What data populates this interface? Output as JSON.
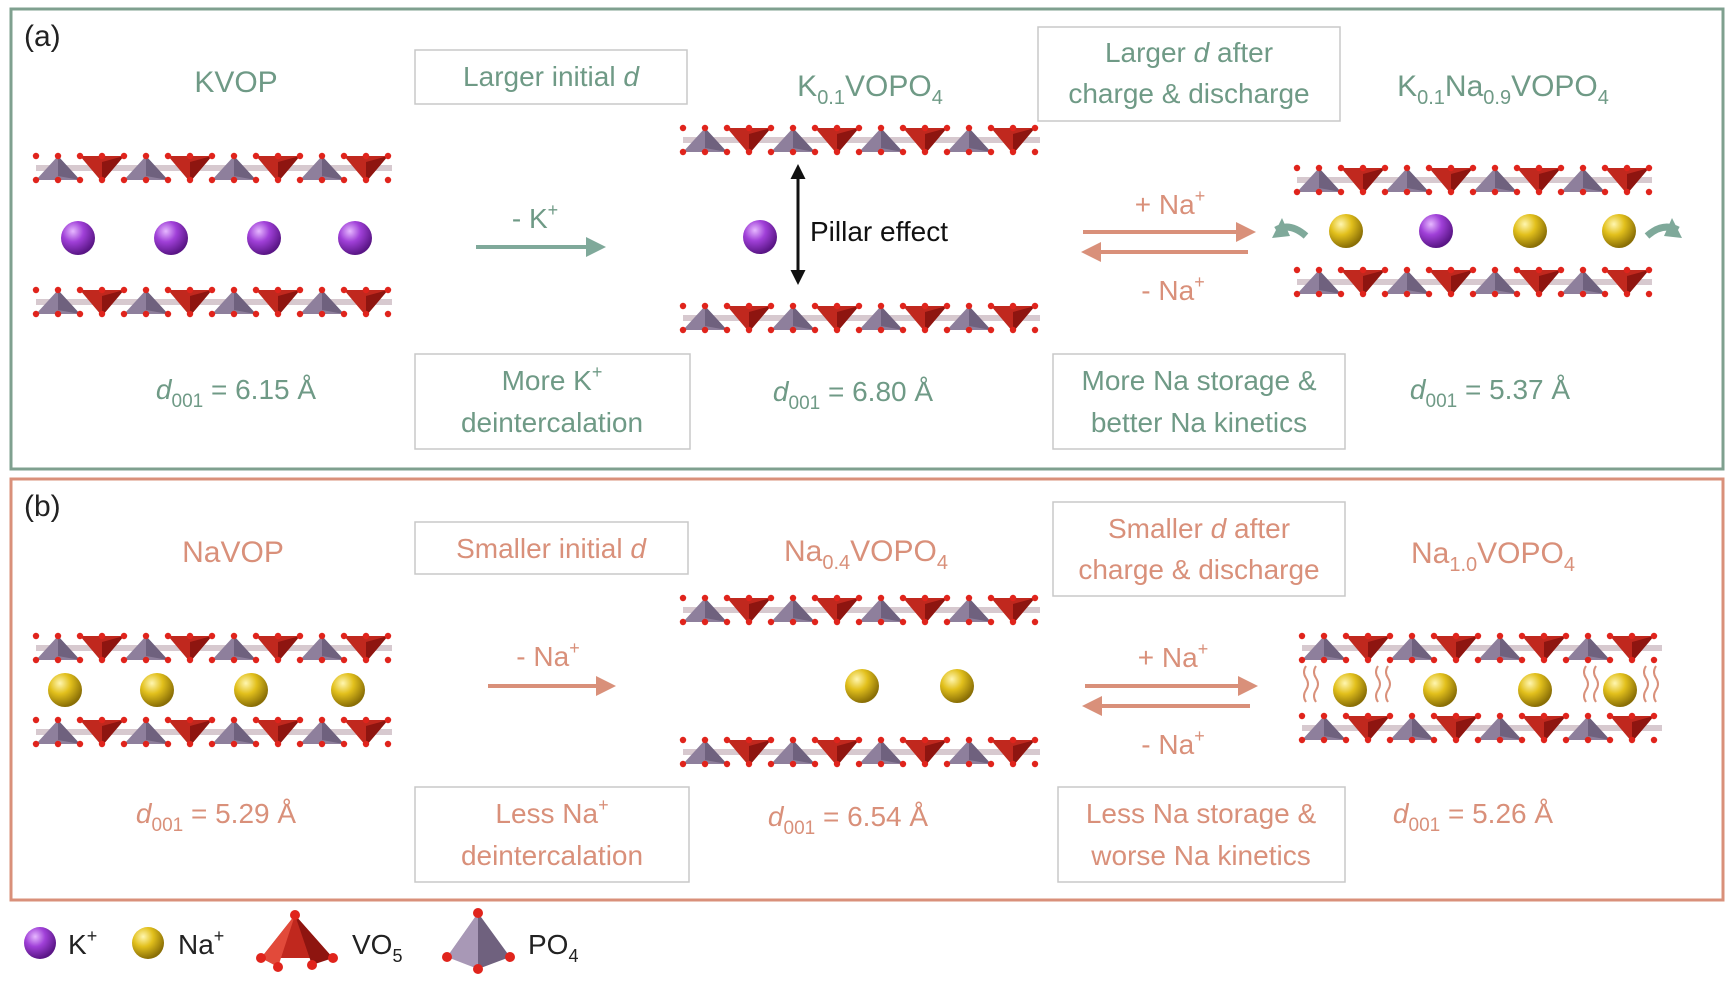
{
  "panel_a": {
    "tag": "(a)",
    "color": "#6f9a86",
    "initial_compound": "KVOP",
    "intermediate": {
      "base": "K",
      "sub1": "0.1",
      "mid": "VOPO",
      "sub2": "4"
    },
    "final": {
      "p1": "K",
      "s1": "0.1",
      "p2": "Na",
      "s2": "0.9",
      "p3": "VOPO",
      "s3": "4"
    },
    "box_top_left": {
      "line1": "Larger initial",
      "line1_italic": "d"
    },
    "box_top_right": {
      "line1_italic": "Larger",
      "line1_d": "d",
      "line1_rest": " after",
      "line2": "charge & discharge"
    },
    "box_bottom_left": {
      "line1": "More K",
      "line1_sup": "+",
      "line2": "deintercalation"
    },
    "box_bottom_right": {
      "line1": "More Na storage &",
      "line2": "better Na kinetics"
    },
    "arrow_removal": {
      "label": "- K",
      "sup": "+"
    },
    "arrow_forward": {
      "label": "+ Na",
      "sup": "+"
    },
    "arrow_backward": {
      "label": "- Na",
      "sup": "+"
    },
    "pillar_label": "Pillar effect",
    "d_initial": {
      "d": "d",
      "sub": "001",
      "value": " = 6.15 Å"
    },
    "d_intermediate": {
      "d": "d",
      "sub": "001",
      "value": " = 6.80 Å"
    },
    "d_final": {
      "d": "d",
      "sub": "001",
      "value": " = 5.37 Å"
    }
  },
  "panel_b": {
    "tag": "(b)",
    "color": "#d9907a",
    "initial_compound": "NaVOP",
    "intermediate": {
      "base": "Na",
      "sub1": "0.4",
      "mid": "VOPO",
      "sub2": "4"
    },
    "final": {
      "base": "Na",
      "sub1": "1.0",
      "mid": "VOPO",
      "sub2": "4"
    },
    "box_top_left": {
      "line1": "Smaller initial",
      "line1_italic": "d"
    },
    "box_top_right": {
      "line1_word": "Smaller",
      "line1_d": "d",
      "line1_rest": " after",
      "line2": "charge & discharge"
    },
    "box_bottom_left": {
      "line1": "Less Na",
      "line1_sup": "+",
      "line2": "deintercalation"
    },
    "box_bottom_right": {
      "line1": "Less Na storage &",
      "line2": "worse Na kinetics"
    },
    "arrow_removal": {
      "label": "- Na",
      "sup": "+"
    },
    "arrow_forward": {
      "label": "+ Na",
      "sup": "+"
    },
    "arrow_backward": {
      "label": "- Na",
      "sup": "+"
    },
    "d_initial": {
      "d": "d",
      "sub": "001",
      "value": " = 5.29 Å"
    },
    "d_intermediate": {
      "d": "d",
      "sub": "001",
      "value": " = 6.54 Å"
    },
    "d_final": {
      "d": "d",
      "sub": "001",
      "value": " = 5.26 Å"
    }
  },
  "legend": {
    "k_ion": {
      "label": "K",
      "sup": "+"
    },
    "na_ion": {
      "label": "Na",
      "sup": "+"
    },
    "vo5": {
      "label": "VO",
      "sub": "5"
    },
    "po4": {
      "label": "PO",
      "sub": "4"
    }
  },
  "colors": {
    "k_ion": "#9b3fd4",
    "na_ion": "#e3c21c",
    "vo5": "#c0281e",
    "po4": "#8e7f9c",
    "oxygen": "#e0241c"
  }
}
